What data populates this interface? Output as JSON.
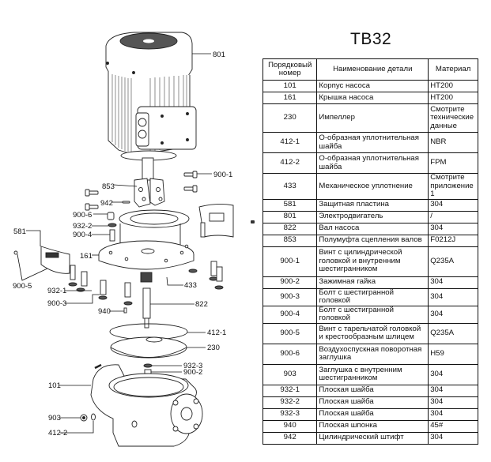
{
  "title": "TB32",
  "table": {
    "headers": {
      "number": "Порядковый номер",
      "name": "Наименование детали",
      "material": "Материал"
    },
    "rows": [
      {
        "number": "101",
        "name": "Корпус насоса",
        "material": "HT200"
      },
      {
        "number": "161",
        "name": "Крышка насоса",
        "material": "HT200"
      },
      {
        "number": "230",
        "name": "Импеллер",
        "material": "Смотрите технические данные"
      },
      {
        "number": "412-1",
        "name": "О-образная уплотнительная шайба",
        "material": "NBR"
      },
      {
        "number": "412-2",
        "name": "О-образная уплотнительная шайба",
        "material": "FPM"
      },
      {
        "number": "433",
        "name": "Механическое уплотнение",
        "material": "Смотрите приложение 1"
      },
      {
        "number": "581",
        "name": "Защитная пластина",
        "material": "304"
      },
      {
        "number": "801",
        "name": "Электродвигатель",
        "material": "/"
      },
      {
        "number": "822",
        "name": "Вал насоса",
        "material": "304"
      },
      {
        "number": "853",
        "name": "Полумуфта сцепления валов",
        "material": "F0212J"
      },
      {
        "number": "900-1",
        "name": "Винт с цилиндрической головкой  и внутренним шестигранником",
        "material": "Q235A"
      },
      {
        "number": "900-2",
        "name": "Зажимная гайка",
        "material": "304"
      },
      {
        "number": "900-3",
        "name": "Болт с шестигранной головкой",
        "material": "304"
      },
      {
        "number": "900-4",
        "name": "Болт с шестигранной головкой",
        "material": "304"
      },
      {
        "number": "900-5",
        "name": "Винт с тарельчатой головкой и крестообразным шлицем",
        "material": "Q235A"
      },
      {
        "number": "900-6",
        "name": "Воздухоспускная поворотная заглушка",
        "material": "H59"
      },
      {
        "number": "903",
        "name": "Заглушка с внутренним шестигранником",
        "material": "304"
      },
      {
        "number": "932-1",
        "name": "Плоская шайба",
        "material": "304"
      },
      {
        "number": "932-2",
        "name": "Плоская шайба",
        "material": "304"
      },
      {
        "number": "932-3",
        "name": "Плоская шайба",
        "material": "304"
      },
      {
        "number": "940",
        "name": "Плоская шпонка",
        "material": "45#"
      },
      {
        "number": "942",
        "name": "Цилиндрический штифт",
        "material": "304"
      }
    ]
  },
  "callouts": {
    "c801": "801",
    "c900_1": "900-1",
    "c853": "853",
    "c942": "942",
    "c900_6": "900-6",
    "c932_2": "932-2",
    "c900_4": "900-4",
    "c581": "581",
    "c161": "161",
    "c900_5": "900-5",
    "c433": "433",
    "c932_1": "932-1",
    "c900_3": "900-3",
    "c822": "822",
    "c940": "940",
    "c412_1": "412-1",
    "c230": "230",
    "c932_3": "932-3",
    "c900_2": "900-2",
    "c101": "101",
    "c903": "903",
    "c412_2": "412-2"
  }
}
